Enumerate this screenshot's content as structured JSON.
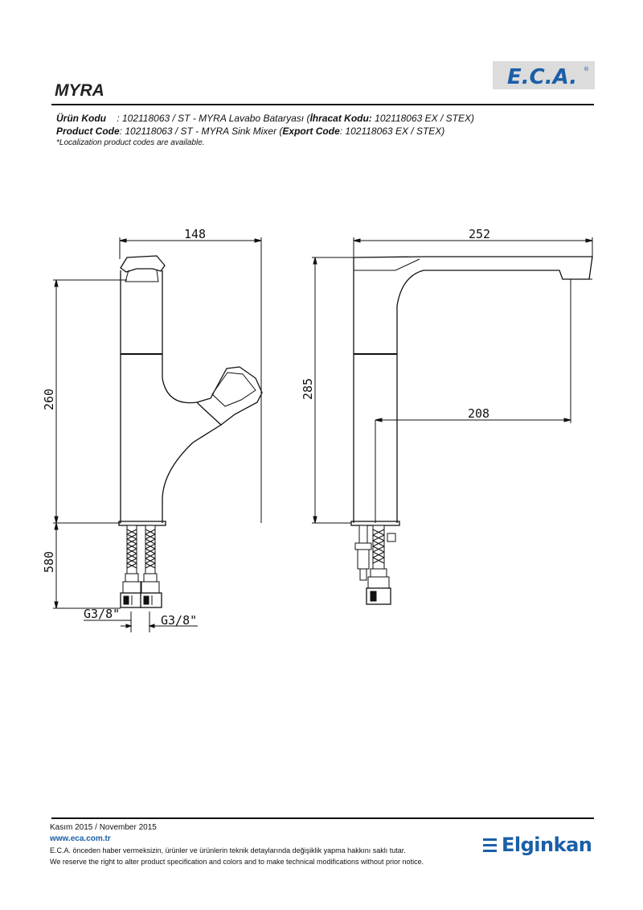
{
  "header": {
    "title": "MYRA",
    "brand_logo_text": "E.C.A.",
    "brand_registered": "®"
  },
  "product_info": {
    "tr_label": "Ürün Kodu",
    "tr_value": "    : 102118063 / ST - MYRA Lavabo Bataryası (",
    "tr_export_label": "İhracat Kodu:",
    "tr_export_value": " 102118063 EX / STEX)",
    "en_label": "Product Code",
    "en_value": ": 102118063 / ST - MYRA Sink Mixer (",
    "en_export_label": "Export Code",
    "en_export_value": ": 102118063 EX / STEX)",
    "note": "*Localization product codes are available."
  },
  "dimensions": {
    "front_width": "148",
    "front_height": "260",
    "hose_length": "580",
    "thread_left": "G3/8\"",
    "thread_right": "G3/8\"",
    "side_width": "252",
    "side_height": "285",
    "spout_reach": "208"
  },
  "footer": {
    "date": "Kasım 2015 / November 2015",
    "website": "www.eca.com.tr",
    "disclaimer_tr": "E.C.A. önceden haber vermeksizin, ürünler ve ürünlerin teknik detaylarında değişiklik yapma hakkını saklı tutar.",
    "disclaimer_en": "We reserve the right to alter product specification and colors and to make technical modifications without prior notice.",
    "company": "Elginkan"
  },
  "colors": {
    "brand_blue": "#1a5fa8",
    "logo_bg": "#dcdcdc"
  }
}
